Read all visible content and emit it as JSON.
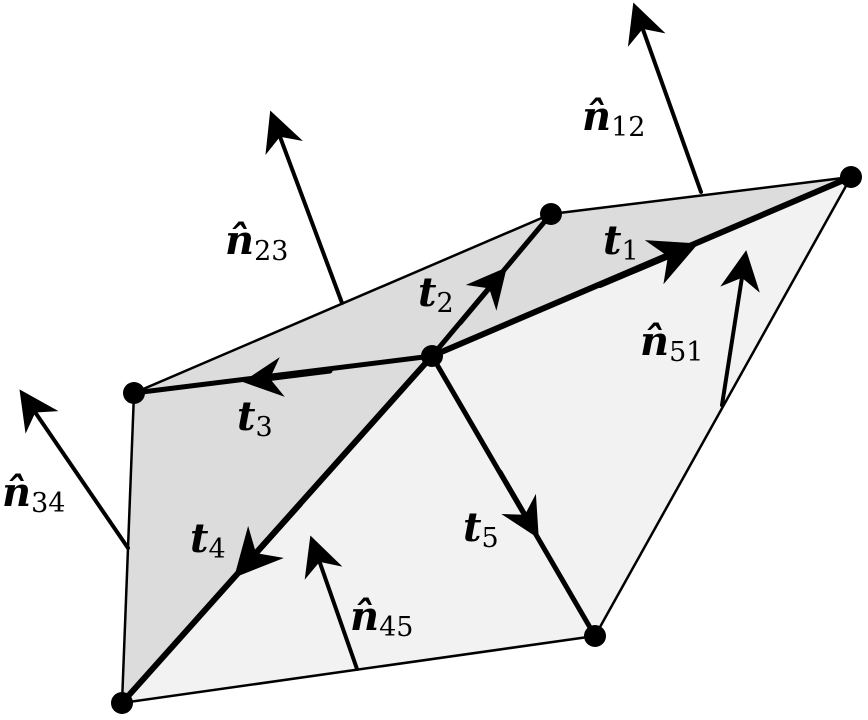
{
  "labels": {
    "t1": {
      "main": "t",
      "sub": "1"
    },
    "t2": {
      "main": "t",
      "sub": "2"
    },
    "t3": {
      "main": "t",
      "sub": "3"
    },
    "t4": {
      "main": "t",
      "sub": "4"
    },
    "t5": {
      "main": "t",
      "sub": "5"
    },
    "n12": {
      "main": "n̂",
      "sub": "12"
    },
    "n23": {
      "main": "n̂",
      "sub": "23"
    },
    "n34": {
      "main": "n̂",
      "sub": "34"
    },
    "n45": {
      "main": "n̂",
      "sub": "45"
    },
    "n51": {
      "main": "n̂",
      "sub": "51"
    }
  }
}
